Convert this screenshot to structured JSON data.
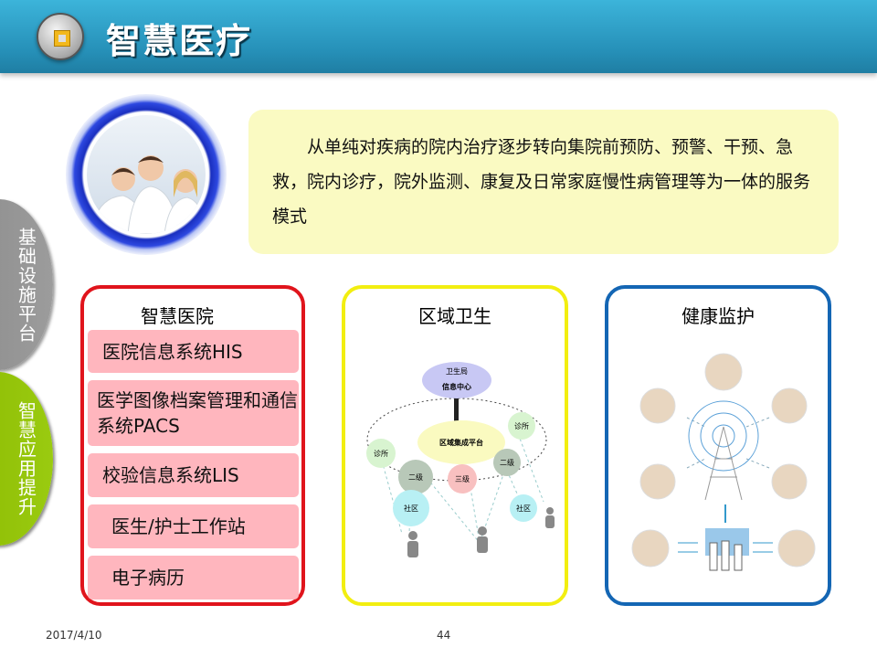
{
  "header": {
    "title": "智慧医疗",
    "logo_icon": "square-button-icon"
  },
  "side_tabs": [
    {
      "label": "基础设施平台",
      "color": "#969696"
    },
    {
      "label": "智慧应用提升",
      "color": "#93c20a"
    }
  ],
  "intro": "从单纯对疾病的院内治疗逐步转向集院前预防、预警、干预、急救，院内诊疗，院外监测、康复及日常家庭慢性病管理等为一体的服务模式",
  "cards": [
    {
      "title": "智慧医院",
      "color": "#e0141c",
      "items": [
        "医院信息系统HIS",
        "医学图像档案管理和通信系统PACS",
        "校验信息系统LIS",
        "医生/护士工作站",
        "电子病历"
      ]
    },
    {
      "title": "区域卫生",
      "color": "#f2ee10",
      "diagram": {
        "top": "卫生局",
        "top_sub": "信息中心",
        "platform": "区域集成平台",
        "clinic": "诊所",
        "level2": "二级",
        "level3": "三级",
        "community": "社区"
      }
    },
    {
      "title": "健康监护",
      "color": "#1466b4"
    }
  ],
  "footer": {
    "date": "2017/4/10",
    "page": "44"
  }
}
